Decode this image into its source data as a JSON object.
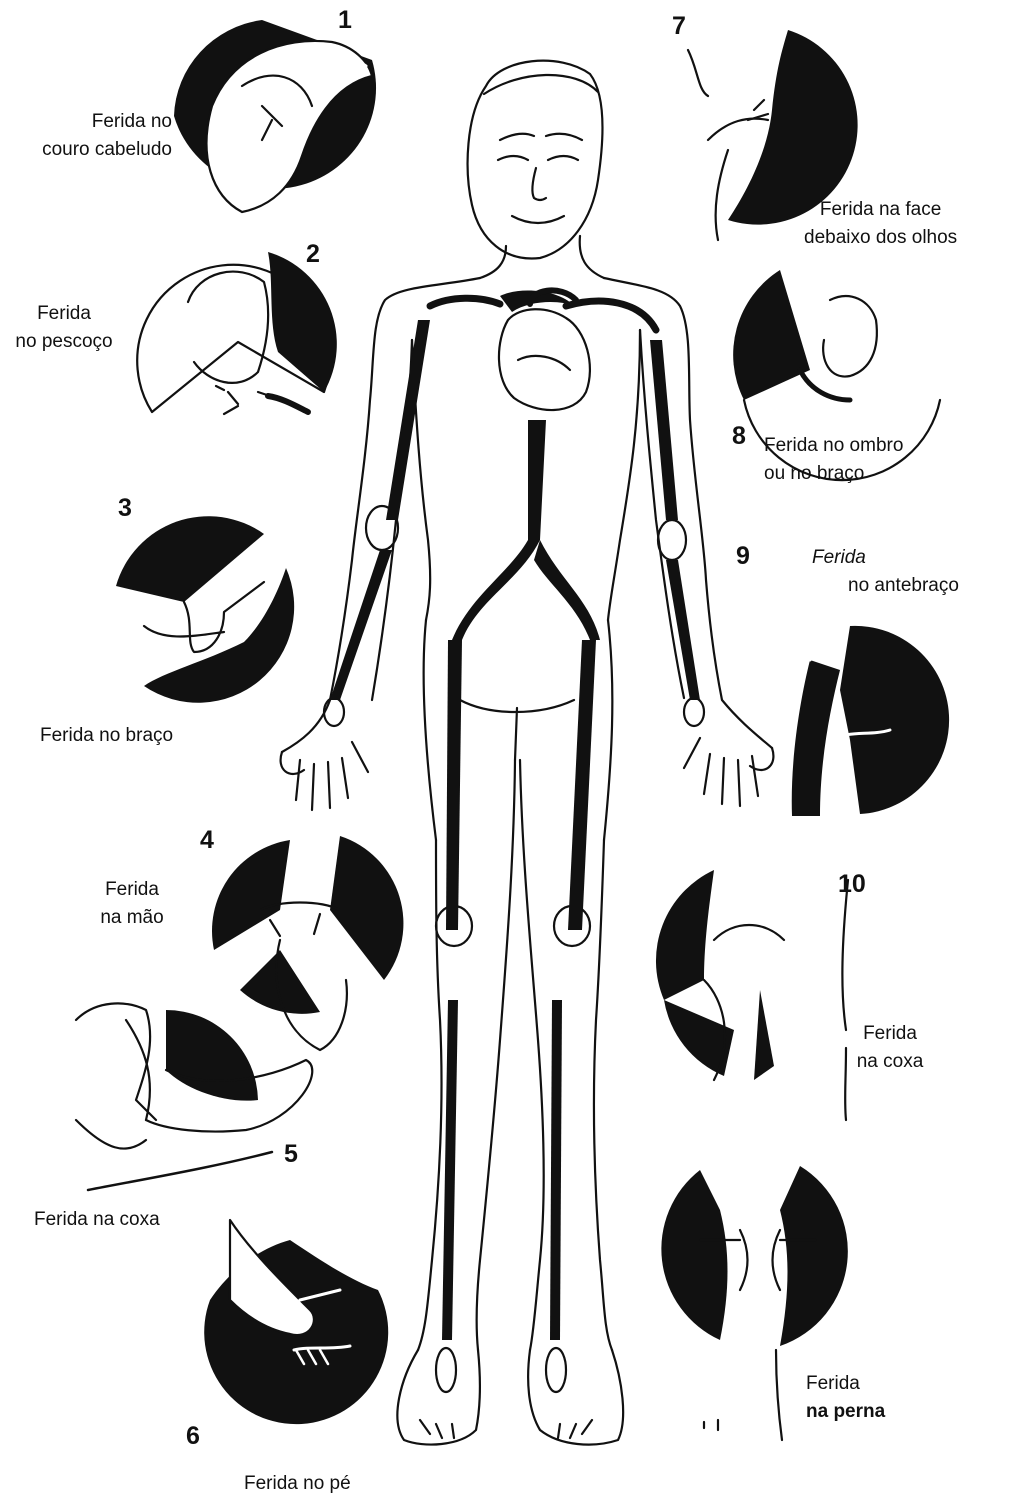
{
  "colors": {
    "ink": "#111111",
    "paper": "#ffffff",
    "shade": "#111111"
  },
  "figure": {
    "subject": "human-body-arteries",
    "heart_icon": "heart-icon"
  },
  "points": [
    {
      "number": "1",
      "label_line1": "Ferida no",
      "label_line2": "couro cabeludo"
    },
    {
      "number": "2",
      "label_line1": "Ferida",
      "label_line2": "no pescoço"
    },
    {
      "number": "3",
      "label_line1": "Ferida no braço",
      "label_line2": ""
    },
    {
      "number": "4",
      "label_line1": "Ferida",
      "label_line2": "na mão"
    },
    {
      "number": "5",
      "label_line1": "Ferida na coxa",
      "label_line2": ""
    },
    {
      "number": "6",
      "label_line1": "Ferida no pé",
      "label_line2": ""
    },
    {
      "number": "7",
      "label_line1": "Ferida na face",
      "label_line2": "debaixo dos olhos"
    },
    {
      "number": "8",
      "label_line1": "Ferida no ombro",
      "label_line2": "ou no braço"
    },
    {
      "number": "9",
      "label_line1": "Ferida",
      "label_line2": "no antebraço"
    },
    {
      "number": "10",
      "label_line1": "Ferida",
      "label_line2": "na coxa"
    },
    {
      "number": "",
      "label_line1": "Ferida",
      "label_line2": "na perna"
    }
  ]
}
